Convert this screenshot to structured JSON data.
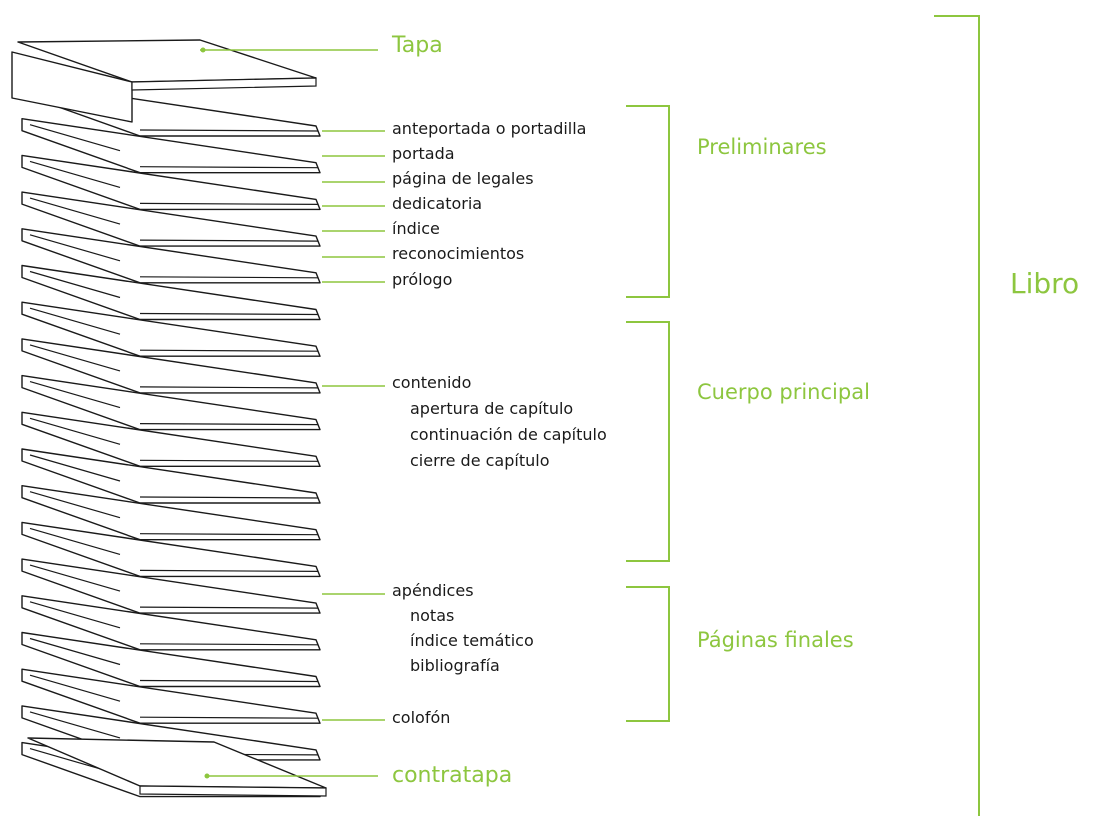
{
  "colors": {
    "accent": "#8dc63f",
    "line": "#1a1a1a",
    "text": "#1a1a1a"
  },
  "diagram": {
    "top_label": "Tapa",
    "bottom_label": "contratapa",
    "book_label": "Libro",
    "sections": [
      {
        "title": "Preliminares",
        "items": [
          "anteportada o portadilla",
          "portada",
          "página de legales",
          "dedicatoria",
          "índice",
          "reconocimientos",
          "prólogo"
        ]
      },
      {
        "title": "Cuerpo principal",
        "items": [
          "contenido"
        ],
        "subitems": [
          "apertura de capítulo",
          "continuación de capítulo",
          "cierre de capítulo"
        ]
      },
      {
        "title": "Páginas finales",
        "items": [
          "apéndices",
          "colofón"
        ],
        "subitems": [
          "notas",
          "índice temático",
          "bibliografía"
        ]
      }
    ]
  }
}
